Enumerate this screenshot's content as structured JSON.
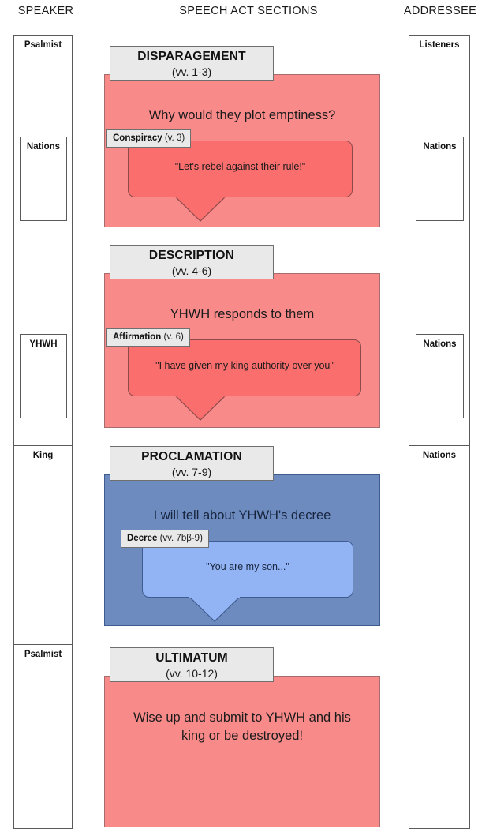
{
  "headers": {
    "speaker": "SPEAKER",
    "sections": "SPEECH ACT SECTIONS",
    "addressee": "ADDRESSEE"
  },
  "colors": {
    "pink_outer": "#F98A8A",
    "pink_inner": "#FA6E6E",
    "blue_outer": "#6E8BC0",
    "blue_inner": "#92B4F4",
    "label_gray": "#E9E9E9"
  },
  "speaker_column": {
    "outer_label": "Psalmist",
    "boxes": [
      {
        "label": "Nations"
      },
      {
        "label": "YHWH"
      },
      {
        "label": "King"
      },
      {
        "label": "Psalmist"
      }
    ]
  },
  "addressee_column": {
    "outer_label": "Listeners",
    "boxes": [
      {
        "label": "Nations"
      },
      {
        "label": "Nations"
      },
      {
        "label": "Nations"
      }
    ]
  },
  "sections": [
    {
      "title": "DISPARAGEMENT",
      "verses": "(vv. 1-3)",
      "summary": "Why would they plot emptiness?",
      "color": "pink",
      "bubble": {
        "label_name": "Conspiracy",
        "label_verses": " (v. 3)",
        "text": "\"Let's rebel against their rule!\""
      }
    },
    {
      "title": "DESCRIPTION",
      "verses": "(vv. 4-6)",
      "summary": "YHWH responds to them",
      "color": "pink",
      "bubble": {
        "label_name": "Affirmation",
        "label_verses": " (v. 6)",
        "text": "\"I have given my king authority over you\""
      }
    },
    {
      "title": "PROCLAMATION",
      "verses": "(vv. 7-9)",
      "summary": "I will tell about YHWH's decree",
      "color": "blue",
      "bubble": {
        "label_name": "Decree",
        "label_verses": " (vv. 7bβ-9)",
        "text": "\"You are my son...\""
      }
    },
    {
      "title": "ULTIMATUM",
      "verses": "(vv. 10-12)",
      "summary": "Wise up and submit to YHWH and his king or be destroyed!",
      "color": "pink",
      "bubble": null
    }
  ]
}
